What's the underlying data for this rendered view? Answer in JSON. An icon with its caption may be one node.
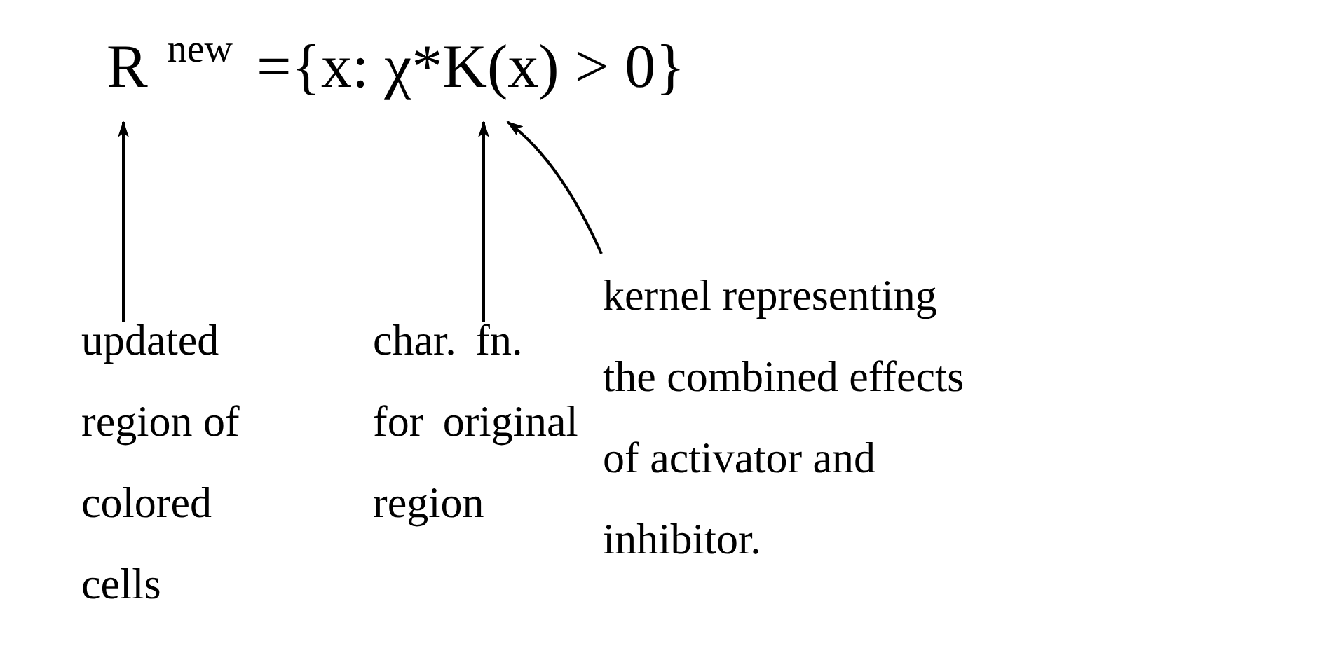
{
  "diagram": {
    "nodes": [
      {
        "text": [
          "R$^{new}$ ={x: χ*K(x) > 0}"
        ]
      },
      {
        "text": [
          "updated region of colored cells"
        ]
      },
      {
        "text": [
          "char. fn. for original region"
        ]
      },
      {
        "text": [
          "kernel representing the combined effects of activator and inhibitor."
        ]
      }
    ],
    "edges": [
      {
        "from": 1,
        "to": 0,
        "arrow": "to"
      },
      {
        "from": 2,
        "to": 0,
        "arrow": "to"
      },
      {
        "from": 3,
        "to": 0,
        "arrow": "to"
      }
    ]
  }
}
